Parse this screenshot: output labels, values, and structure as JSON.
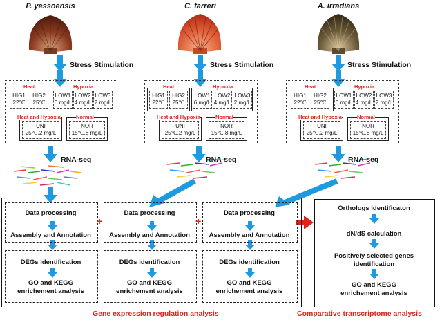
{
  "species": [
    "P. yessoensis",
    "C. farreri",
    "A. irradians"
  ],
  "stress_stimulation": "Stress Stimulation",
  "rna_seq": "RNA-seq",
  "conditions": {
    "heat": "Heat",
    "hypoxia": "Hypoxia",
    "heat_hypoxia": "Heat and Hypoxia",
    "normal": "Normal",
    "hig1": "HIG1",
    "hig1_val": "22℃",
    "hig2": "HIG2",
    "hig2_val": "25℃",
    "low1": "LOW1",
    "low1_val": "6 mg/L",
    "low2": "LOW2",
    "low2_val": "4 mg/L",
    "low3": "LOW3",
    "low3_val": "2 mg/L",
    "uni": "UNI",
    "uni_val": "25℃,2 mg/L",
    "nor": "NOR",
    "nor_val": "15℃,8 mg/L"
  },
  "pipeline": {
    "data_processing": "Data processing",
    "assembly": "Assembly and Annotation",
    "degs": "DEGs identification",
    "go1": "GO and KEGG",
    "go2": "enrichement analysis"
  },
  "comparative": {
    "orthologs": "Orthologs identificaton",
    "dnds": "dN/dS calculation",
    "pos1": "Positively selected genes",
    "pos2": "identification",
    "go1": "GO and KEGG",
    "go2": "enrichement analysis"
  },
  "captions": {
    "left": "Gene expression regulation analysis",
    "right": "Comparative transcriptome analysis"
  },
  "colors": {
    "arrow_blue": "#1e9be0",
    "red": "#e2231a",
    "scallop_brown": "#8a3a1f",
    "scallop_orange": "#e0623a",
    "scallop_dark": "#5a4a30"
  }
}
